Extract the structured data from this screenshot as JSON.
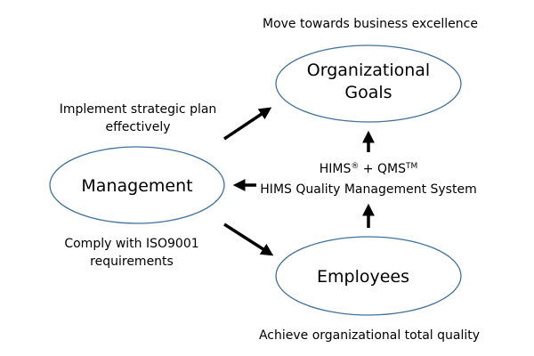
{
  "colors": {
    "ellipse_stroke": "#41719c",
    "arrow": "#000000",
    "text": "#000000"
  },
  "nodes": {
    "goals": {
      "line1": "Organizational",
      "line2": "Goals"
    },
    "management": {
      "label": "Management"
    },
    "employees": {
      "label": "Employees"
    }
  },
  "captions": {
    "goals_top": "Move towards business excellence",
    "strategic_line1": "Implement strategic plan",
    "strategic_line2": "effectively",
    "iso_line1": "Comply with ISO9001",
    "iso_line2": "requirements",
    "employees_bottom": "Achieve organizational total quality"
  },
  "hims": {
    "hims_text": "HIMS",
    "registered": "®",
    "plus_qms": " + QMS",
    "trademark": "TM",
    "line2": "HIMS Quality Management System"
  }
}
